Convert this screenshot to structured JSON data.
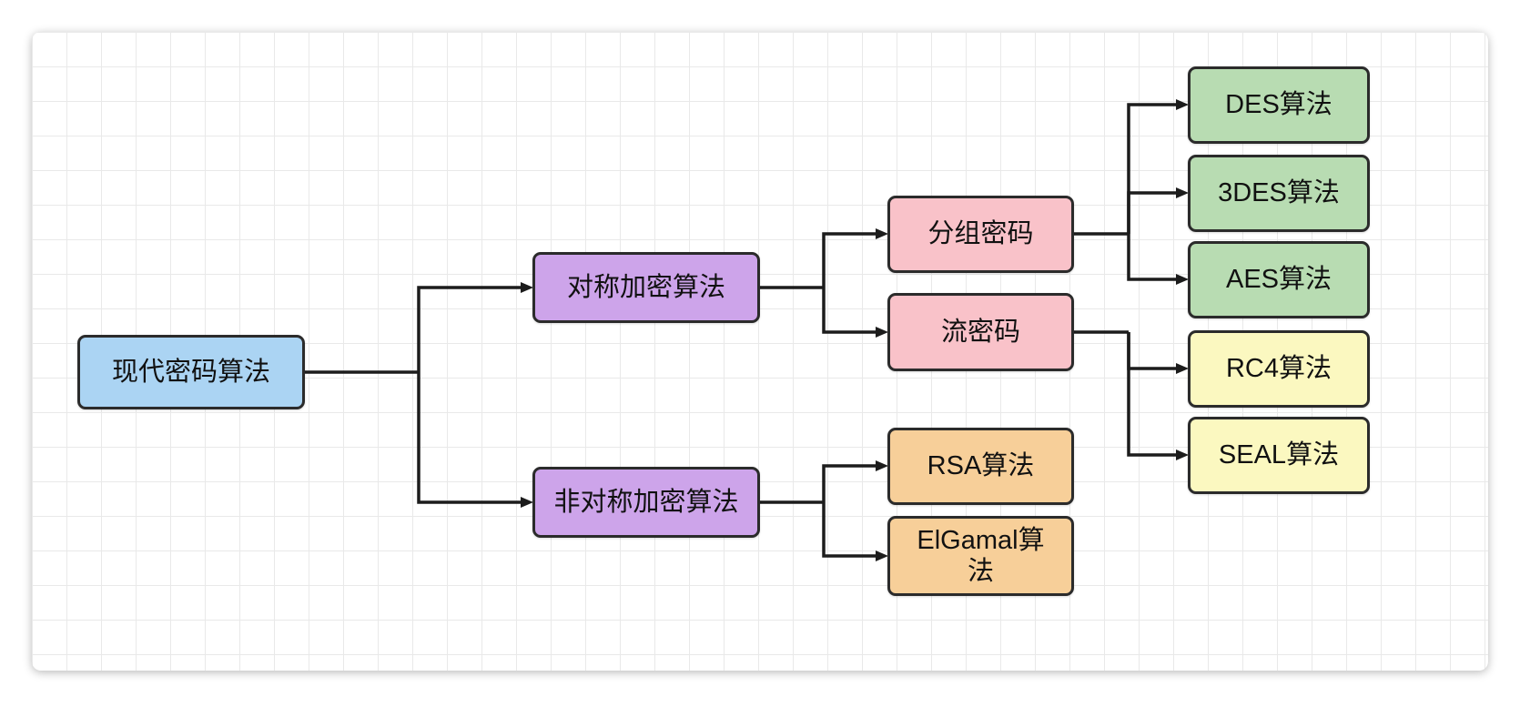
{
  "diagram": {
    "type": "flowchart",
    "nodes": {
      "root": {
        "id": "root",
        "label": "现代密码算法",
        "color": "#abd4f3"
      },
      "symmetric": {
        "id": "symmetric",
        "label": "对称加密算法",
        "color": "#cda4ea"
      },
      "asymmetric": {
        "id": "asymmetric",
        "label": "非对称加密算法",
        "color": "#cda4ea"
      },
      "block_cipher": {
        "id": "block_cipher",
        "label": "分组密码",
        "color": "#f9c2c9"
      },
      "stream_cipher": {
        "id": "stream_cipher",
        "label": "流密码",
        "color": "#f9c2c9"
      },
      "des": {
        "id": "des",
        "label": "DES算法",
        "color": "#b8dcb2"
      },
      "tdes": {
        "id": "tdes",
        "label": "3DES算法",
        "color": "#b8dcb2"
      },
      "aes": {
        "id": "aes",
        "label": "AES算法",
        "color": "#b8dcb2"
      },
      "rc4": {
        "id": "rc4",
        "label": "RC4算法",
        "color": "#fbf8c0"
      },
      "seal": {
        "id": "seal",
        "label": "SEAL算法",
        "color": "#fbf8c0"
      },
      "rsa": {
        "id": "rsa",
        "label": "RSA算法",
        "color": "#f7cf99"
      },
      "elgamal": {
        "id": "elgamal",
        "label": "ElGamal算法",
        "color": "#f7cf99"
      }
    },
    "edges": [
      {
        "from": "root",
        "to": "symmetric"
      },
      {
        "from": "root",
        "to": "asymmetric"
      },
      {
        "from": "symmetric",
        "to": "block_cipher"
      },
      {
        "from": "symmetric",
        "to": "stream_cipher"
      },
      {
        "from": "block_cipher",
        "to": "des"
      },
      {
        "from": "block_cipher",
        "to": "tdes"
      },
      {
        "from": "block_cipher",
        "to": "aes"
      },
      {
        "from": "stream_cipher",
        "to": "rc4"
      },
      {
        "from": "stream_cipher",
        "to": "seal"
      },
      {
        "from": "asymmetric",
        "to": "rsa"
      },
      {
        "from": "asymmetric",
        "to": "elgamal"
      }
    ],
    "style": {
      "node_border_color": "#2b2b2b",
      "connector_color": "#1c1c1c",
      "grid_color": "#e9e9e9",
      "canvas_background": "#ffffff"
    }
  }
}
